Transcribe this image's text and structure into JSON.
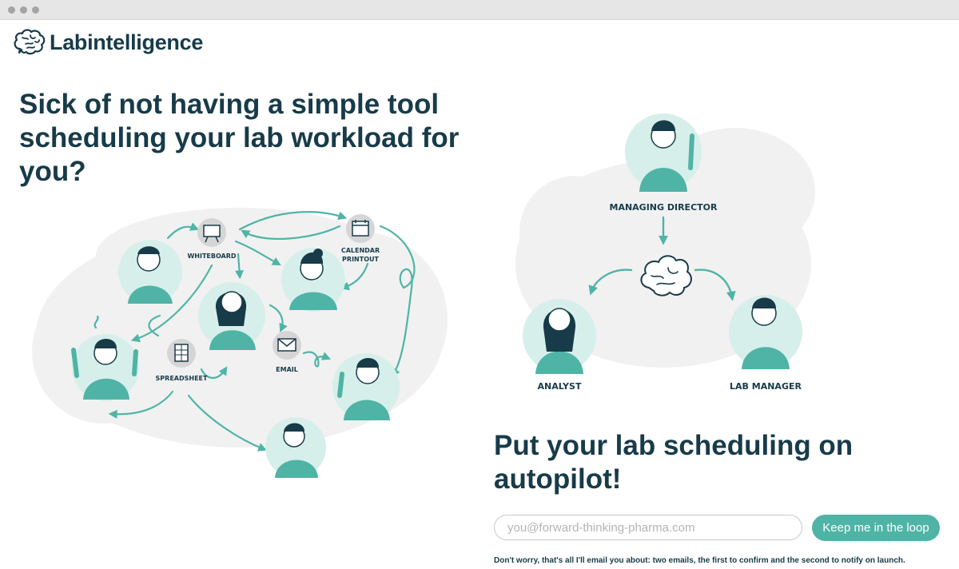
{
  "app": {
    "brand": "Labintelligence"
  },
  "hero": {
    "headline": "Sick of not having a simple tool scheduling your lab workload for you?",
    "subheadline": "Put your lab scheduling on autopilot!"
  },
  "chaos_illustration": {
    "labels": {
      "whiteboard": "WHITEBOARD",
      "calendar_line1": "CALENDAR",
      "calendar_line2": "PRINTOUT",
      "spreadsheet": "SPREADSHEET",
      "email": "EMAIL"
    }
  },
  "org_illustration": {
    "labels": {
      "managing_director": "MANAGING DIRECTOR",
      "analyst": "ANALYST",
      "lab_manager": "LAB MANAGER"
    }
  },
  "signup": {
    "placeholder": "you@forward-thinking-pharma.com",
    "button_label": "Keep me in the loop",
    "note": "Don't worry, that's all I'll email you about: two emails, the first to confirm and the second to notify on launch."
  },
  "colors": {
    "brand_dark": "#183b49",
    "accent_teal": "#4fb4a5",
    "light_teal": "#d6efea"
  }
}
